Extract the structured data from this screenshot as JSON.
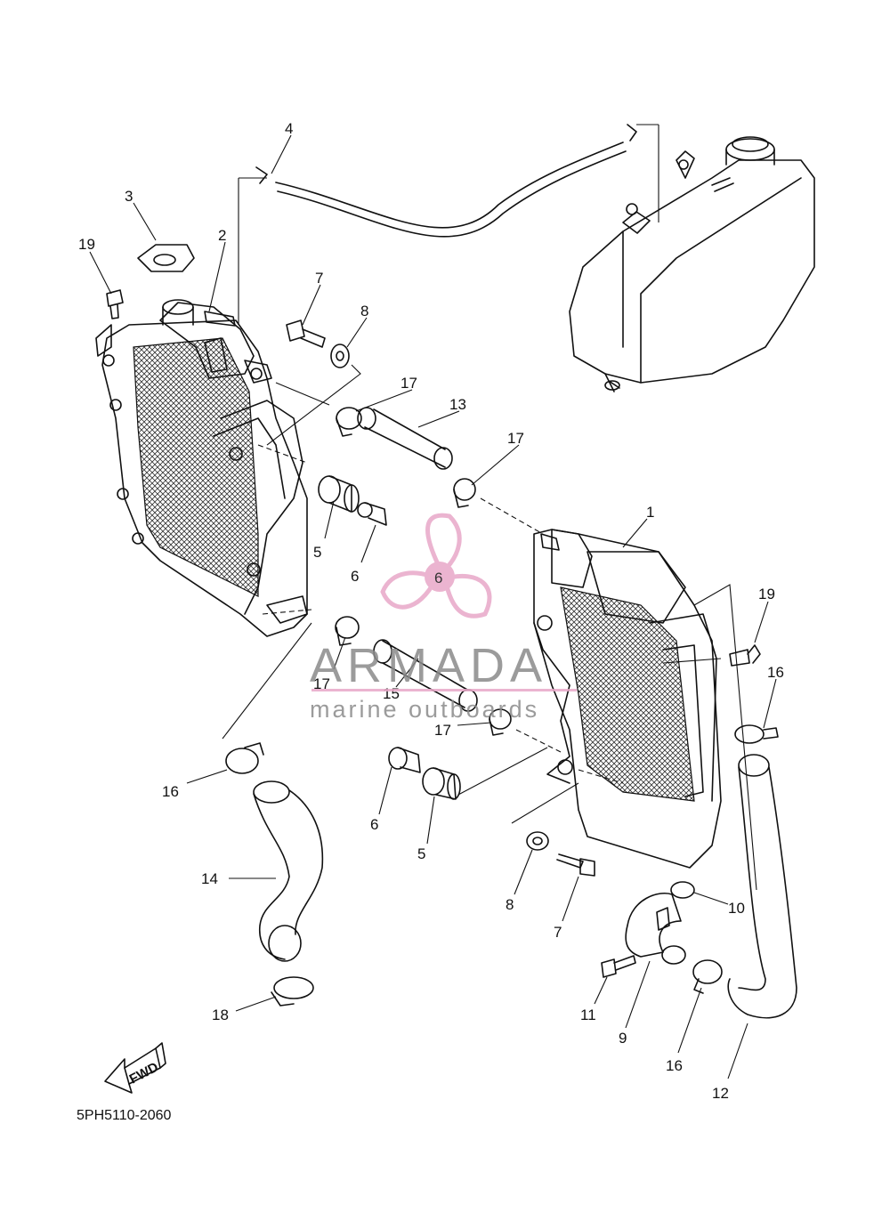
{
  "diagram_code": "5PH5110-2060",
  "fwd_label": "FWD",
  "watermark": {
    "word": "ARMADA",
    "tagline": "marine outboards",
    "logo_number": "6",
    "accent_color": "#e8a8c8"
  },
  "callouts": [
    {
      "id": "c1",
      "text": "1"
    },
    {
      "id": "c2",
      "text": "2"
    },
    {
      "id": "c3",
      "text": "3"
    },
    {
      "id": "c4",
      "text": "4"
    },
    {
      "id": "c5a",
      "text": "5"
    },
    {
      "id": "c5b",
      "text": "5"
    },
    {
      "id": "c6a",
      "text": "6"
    },
    {
      "id": "c6b",
      "text": "6"
    },
    {
      "id": "c7a",
      "text": "7"
    },
    {
      "id": "c7b",
      "text": "7"
    },
    {
      "id": "c8a",
      "text": "8"
    },
    {
      "id": "c8b",
      "text": "8"
    },
    {
      "id": "c9",
      "text": "9"
    },
    {
      "id": "c10",
      "text": "10"
    },
    {
      "id": "c11",
      "text": "11"
    },
    {
      "id": "c12",
      "text": "12"
    },
    {
      "id": "c13",
      "text": "13"
    },
    {
      "id": "c14",
      "text": "14"
    },
    {
      "id": "c15",
      "text": "15"
    },
    {
      "id": "c16a",
      "text": "16"
    },
    {
      "id": "c16b",
      "text": "16"
    },
    {
      "id": "c16c",
      "text": "16"
    },
    {
      "id": "c17a",
      "text": "17"
    },
    {
      "id": "c17b",
      "text": "17"
    },
    {
      "id": "c17c",
      "text": "17"
    },
    {
      "id": "c17d",
      "text": "17"
    },
    {
      "id": "c18",
      "text": "18"
    },
    {
      "id": "c19a",
      "text": "19"
    },
    {
      "id": "c19b",
      "text": "19"
    }
  ]
}
